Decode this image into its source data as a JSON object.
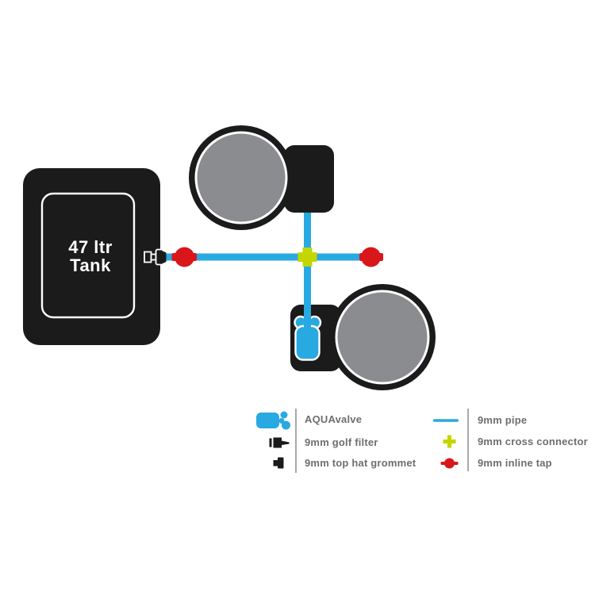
{
  "colors": {
    "blue": "#29A9E1",
    "yellow": "#C3D600",
    "red": "#D9161A",
    "ink": "#1B1B1B",
    "pot-gray": "#8A8C8F",
    "label-gray": "#6D6E71",
    "divider-gray": "#A7A9AC",
    "white": "#FFFFFF"
  },
  "tank": {
    "label_line1": "47 ltr",
    "label_line2": "Tank"
  },
  "legend": {
    "left": [
      {
        "icon": "aquavalve-icon",
        "label": "AQUAvalve"
      },
      {
        "icon": "golf-filter-icon",
        "label": "9mm golf filter"
      },
      {
        "icon": "top-hat-grommet-icon",
        "label": "9mm top hat grommet"
      }
    ],
    "right": [
      {
        "icon": "pipe-icon",
        "label": "9mm pipe"
      },
      {
        "icon": "cross-connector-icon",
        "label": "9mm cross connector"
      },
      {
        "icon": "inline-tap-icon",
        "label": "9mm inline tap"
      }
    ]
  }
}
